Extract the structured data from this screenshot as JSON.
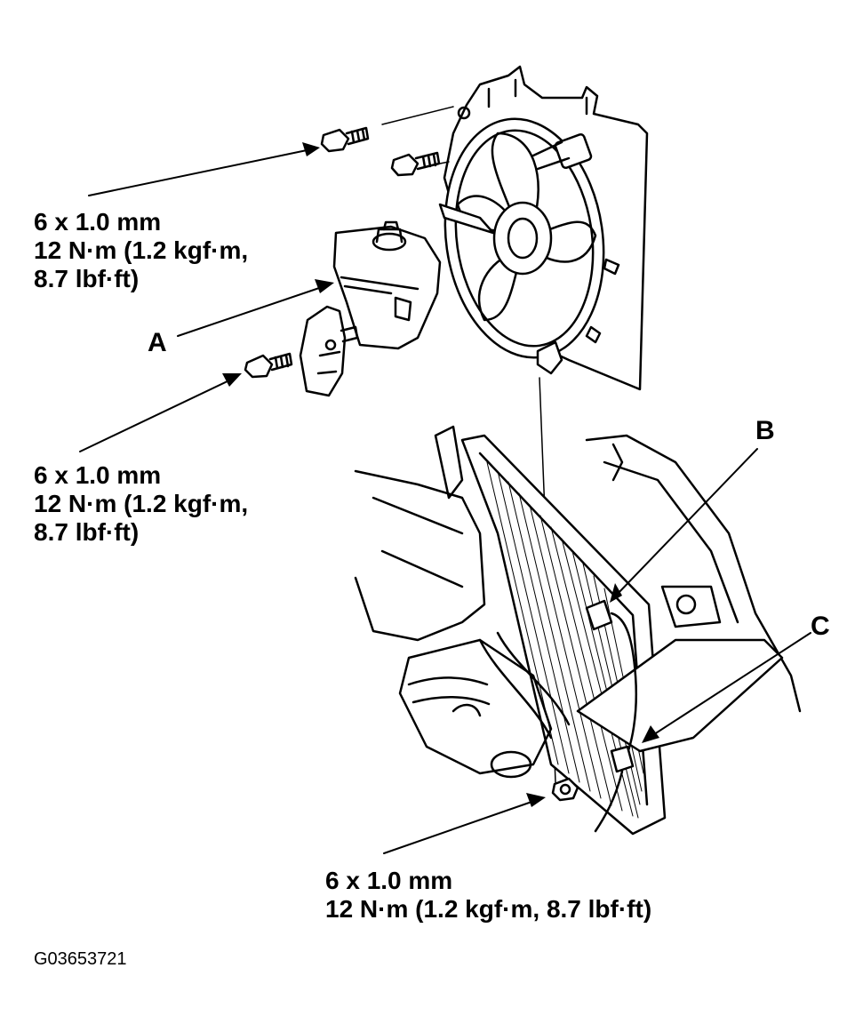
{
  "specs": {
    "upper_bolt": {
      "line1": "6 x 1.0 mm",
      "line2": "12 N·m (1.2 kgf·m,",
      "line3": "8.7 lbf·ft)"
    },
    "middle_bolt": {
      "line1": "6 x 1.0 mm",
      "line2": "12 N·m (1.2 kgf·m,",
      "line3": "8.7 lbf·ft)"
    },
    "lower_bolt": {
      "line1": "6 x 1.0 mm",
      "line2": "12 N·m (1.2 kgf·m, 8.7 lbf·ft)"
    }
  },
  "callouts": {
    "a": "A",
    "b": "B",
    "c": "C"
  },
  "figure_id": "G03653721"
}
